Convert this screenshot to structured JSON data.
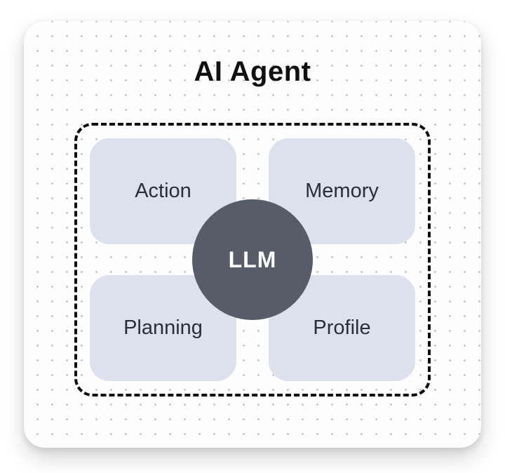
{
  "diagram": {
    "title": "AI Agent",
    "center": {
      "label": "LLM"
    },
    "nodes": [
      {
        "id": "action",
        "label": "Action"
      },
      {
        "id": "memory",
        "label": "Memory"
      },
      {
        "id": "planning",
        "label": "Planning"
      },
      {
        "id": "profile",
        "label": "Profile"
      }
    ],
    "colors": {
      "card_background": "#fdfdfd",
      "dot_pattern": "#c3c3c5",
      "node_background": "#dde1ee",
      "node_text": "#2a2e36",
      "center_background": "#575c68",
      "center_text": "#ffffff",
      "dashed_border": "#0d0d0f",
      "title_text": "#111114"
    }
  }
}
